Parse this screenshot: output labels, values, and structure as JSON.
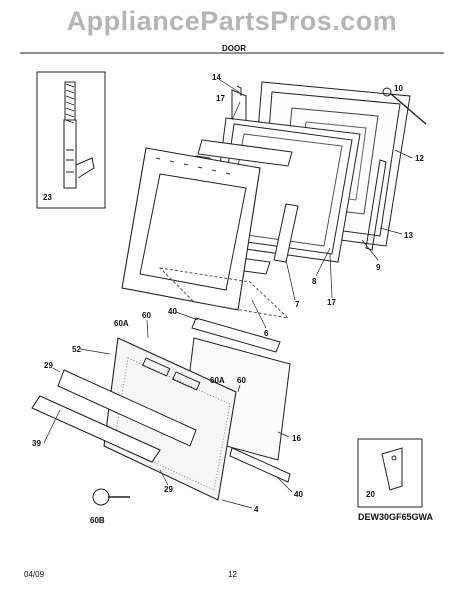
{
  "watermark": "AppliancePartsPros.com",
  "header": {
    "section_title": "DOOR"
  },
  "callouts": {
    "c14": "14",
    "c17a": "17",
    "c10": "10",
    "c12": "12",
    "c23": "23",
    "c13": "13",
    "c9": "9",
    "c8": "8",
    "c7": "7",
    "c17b": "17",
    "c6": "6",
    "c40a": "40",
    "c60a": "60",
    "c60Aa": "60A",
    "c52": "52",
    "c29a": "29",
    "c60Ab": "60A",
    "c60b": "60",
    "c16": "16",
    "c39": "39",
    "c29b": "29",
    "c40b": "40",
    "c4": "4",
    "c60B": "60B",
    "c20": "20"
  },
  "model": "DEW30GF65GWA",
  "footer": {
    "date": "04/09",
    "page": "12"
  }
}
